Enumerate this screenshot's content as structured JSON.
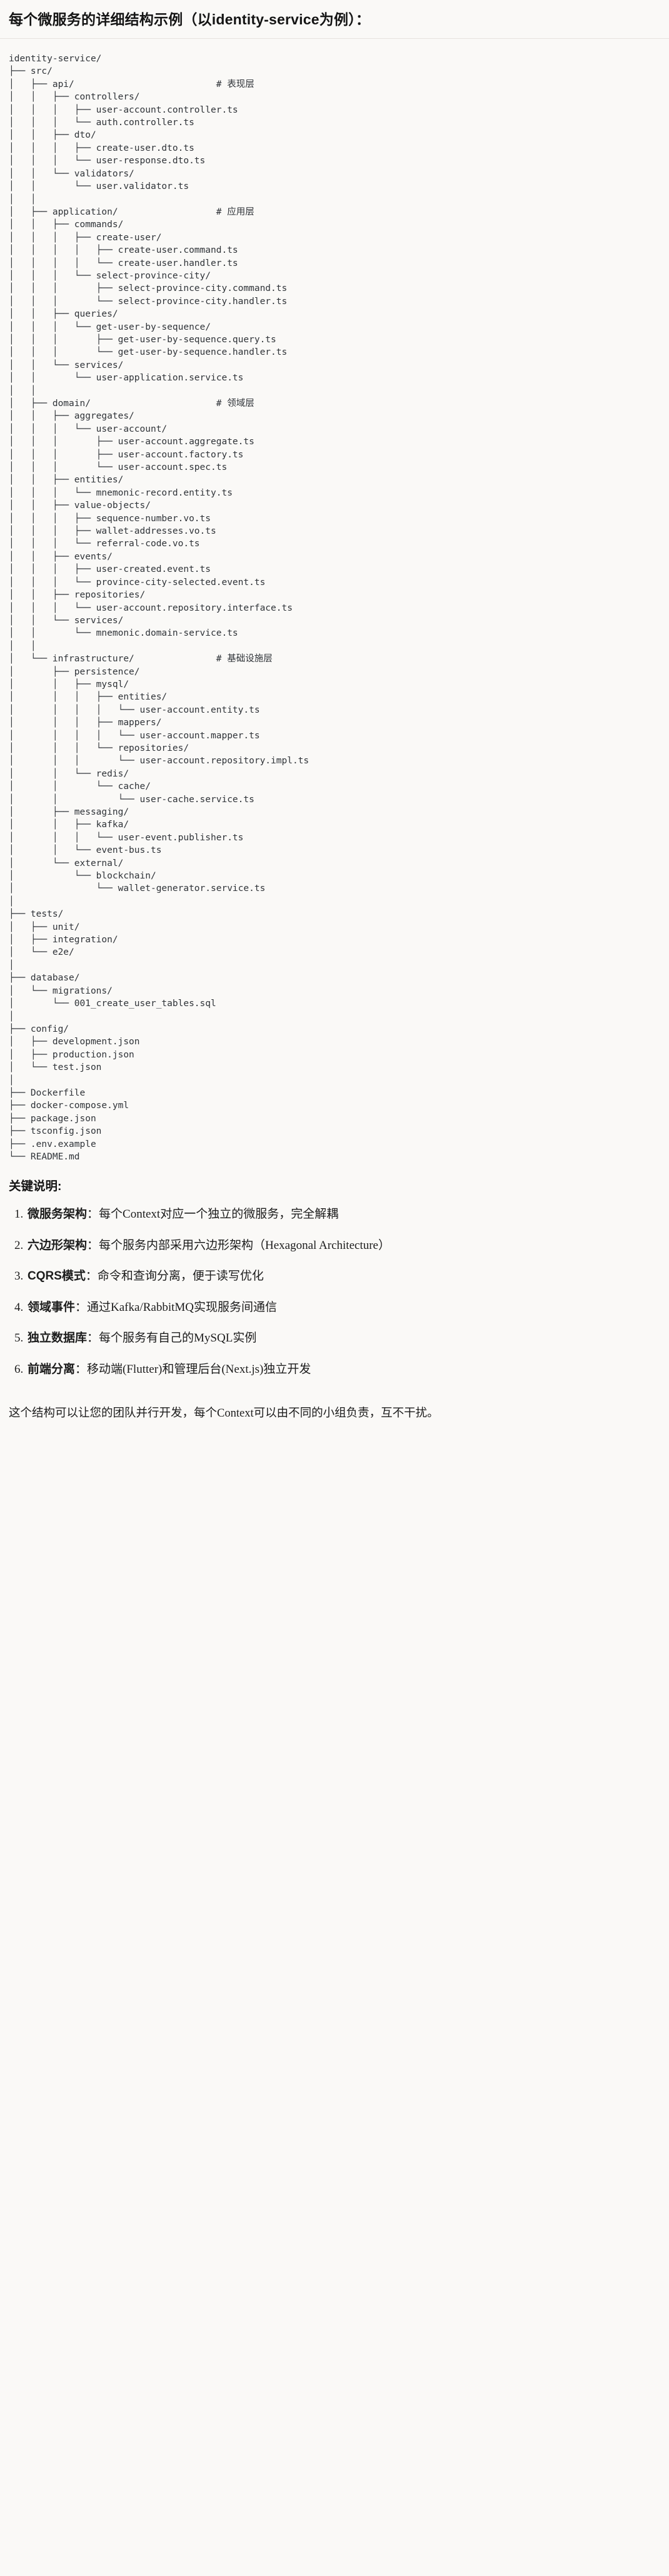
{
  "header": {
    "title": "每个微服务的详细结构示例（以identity-service为例）："
  },
  "tree": {
    "root": "identity-service/",
    "text": "identity-service/\n├── src/\n│   ├── api/                          # 表现层\n│   │   ├── controllers/\n│   │   │   ├── user-account.controller.ts\n│   │   │   └── auth.controller.ts\n│   │   ├── dto/\n│   │   │   ├── create-user.dto.ts\n│   │   │   └── user-response.dto.ts\n│   │   └── validators/\n│   │       └── user.validator.ts\n│   │\n│   ├── application/                  # 应用层\n│   │   ├── commands/\n│   │   │   ├── create-user/\n│   │   │   │   ├── create-user.command.ts\n│   │   │   │   └── create-user.handler.ts\n│   │   │   └── select-province-city/\n│   │   │       ├── select-province-city.command.ts\n│   │   │       └── select-province-city.handler.ts\n│   │   ├── queries/\n│   │   │   └── get-user-by-sequence/\n│   │   │       ├── get-user-by-sequence.query.ts\n│   │   │       └── get-user-by-sequence.handler.ts\n│   │   └── services/\n│   │       └── user-application.service.ts\n│   │\n│   ├── domain/                       # 领域层\n│   │   ├── aggregates/\n│   │   │   └── user-account/\n│   │   │       ├── user-account.aggregate.ts\n│   │   │       ├── user-account.factory.ts\n│   │   │       └── user-account.spec.ts\n│   │   ├── entities/\n│   │   │   └── mnemonic-record.entity.ts\n│   │   ├── value-objects/\n│   │   │   ├── sequence-number.vo.ts\n│   │   │   ├── wallet-addresses.vo.ts\n│   │   │   └── referral-code.vo.ts\n│   │   ├── events/\n│   │   │   ├── user-created.event.ts\n│   │   │   └── province-city-selected.event.ts\n│   │   ├── repositories/\n│   │   │   └── user-account.repository.interface.ts\n│   │   └── services/\n│   │       └── mnemonic.domain-service.ts\n│   │\n│   └── infrastructure/               # 基础设施层\n│       ├── persistence/\n│       │   ├── mysql/\n│       │   │   ├── entities/\n│       │   │   │   └── user-account.entity.ts\n│       │   │   ├── mappers/\n│       │   │   │   └── user-account.mapper.ts\n│       │   │   └── repositories/\n│       │   │       └── user-account.repository.impl.ts\n│       │   └── redis/\n│       │       └── cache/\n│       │           └── user-cache.service.ts\n│       ├── messaging/\n│       │   ├── kafka/\n│       │   │   └── user-event.publisher.ts\n│       │   └── event-bus.ts\n│       └── external/\n│           └── blockchain/\n│               └── wallet-generator.service.ts\n│\n├── tests/\n│   ├── unit/\n│   ├── integration/\n│   └── e2e/\n│\n├── database/\n│   └── migrations/\n│       └── 001_create_user_tables.sql\n│\n├── config/\n│   ├── development.json\n│   ├── production.json\n│   └── test.json\n│\n├── Dockerfile\n├── docker-compose.yml\n├── package.json\n├── tsconfig.json\n├── .env.example\n└── README.md",
    "layer_comments": [
      {
        "path": "api/",
        "comment": "# 表现层"
      },
      {
        "path": "application/",
        "comment": "# 应用层"
      },
      {
        "path": "domain/",
        "comment": "# 领域层"
      },
      {
        "path": "infrastructure/",
        "comment": "# 基础设施层"
      }
    ]
  },
  "notes": {
    "heading": "关键说明:",
    "items": [
      {
        "term": "微服务架构",
        "sep": "：",
        "desc": "每个Context对应一个独立的微服务，完全解耦"
      },
      {
        "term": "六边形架构",
        "sep": "：",
        "desc": "每个服务内部采用六边形架构（Hexagonal Architecture）"
      },
      {
        "term": "CQRS模式",
        "sep": "：",
        "desc": "命令和查询分离，便于读写优化"
      },
      {
        "term": "领域事件",
        "sep": "：",
        "desc": "通过Kafka/RabbitMQ实现服务间通信"
      },
      {
        "term": "独立数据库",
        "sep": "：",
        "desc": "每个服务有自己的MySQL实例"
      },
      {
        "term": "前端分离",
        "sep": "：",
        "desc": "移动端(Flutter)和管理后台(Next.js)独立开发"
      }
    ],
    "closing": "这个结构可以让您的团队并行开发，每个Context可以由不同的小组负责，互不干扰。"
  },
  "colors": {
    "page_bg": "#faf9f7",
    "text": "#1a1a1a",
    "code_text": "#2f3338",
    "divider": "#e6e3de"
  }
}
